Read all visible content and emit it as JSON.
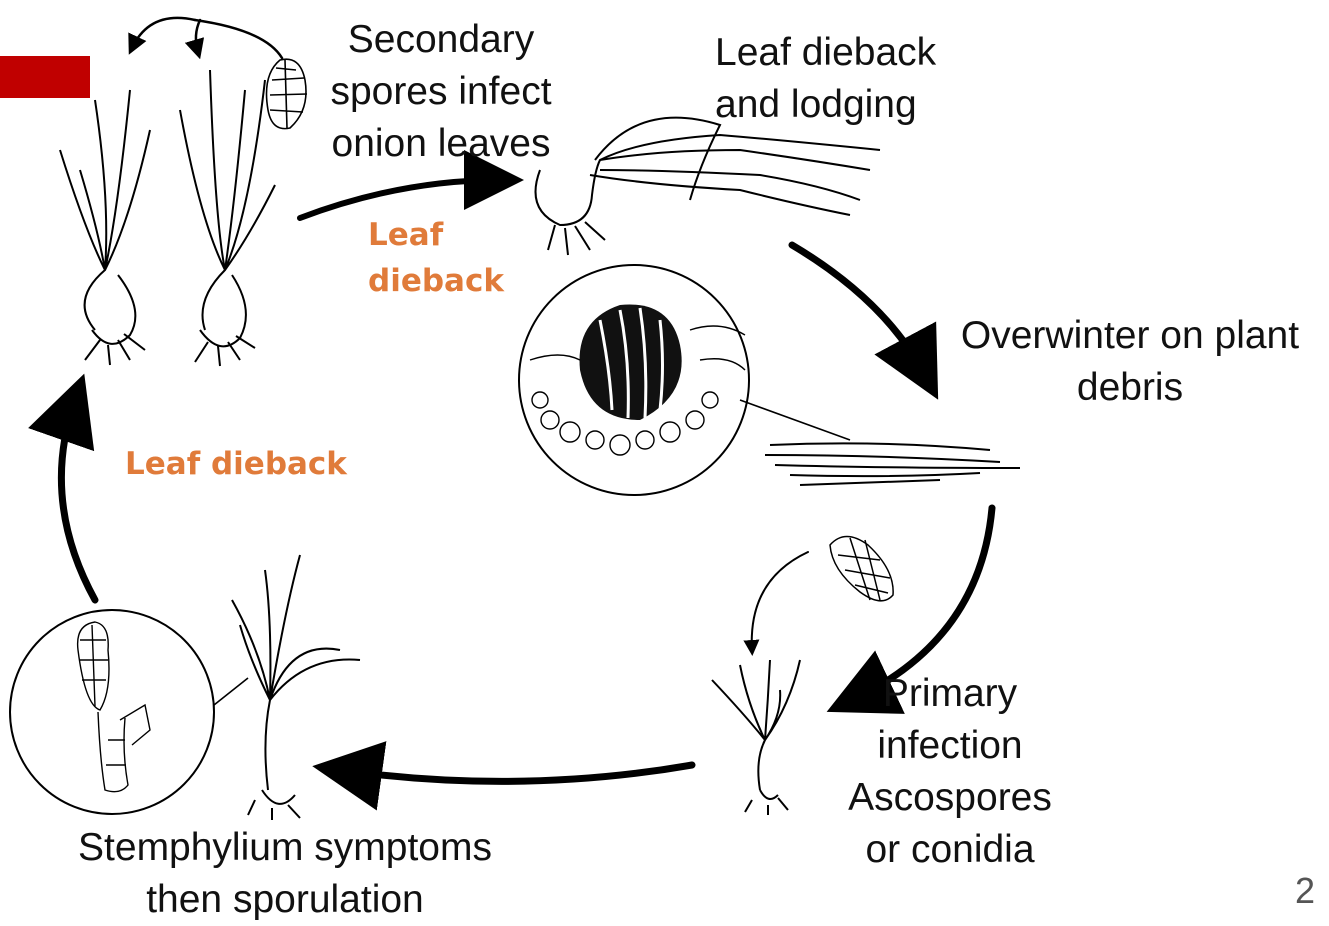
{
  "colors": {
    "accent_bar": "#c00000",
    "stage_label": "#111111",
    "arrow_label": "#e07b3a",
    "ink": "#000000"
  },
  "stages": {
    "secondary": [
      "Secondary",
      "spores infect",
      "onion leaves"
    ],
    "lodging": [
      "Leaf dieback",
      "and lodging"
    ],
    "overwinter": [
      "Overwinter on plant",
      "debris"
    ],
    "primary": [
      "Primary",
      "infection",
      "Ascospores",
      "or conidia"
    ],
    "symptoms": [
      "Stemphylium symptoms",
      "then sporulation"
    ]
  },
  "arrow_labels": {
    "top": [
      "Leaf",
      "dieback"
    ],
    "left": "Leaf dieback"
  },
  "slide_number": "2"
}
